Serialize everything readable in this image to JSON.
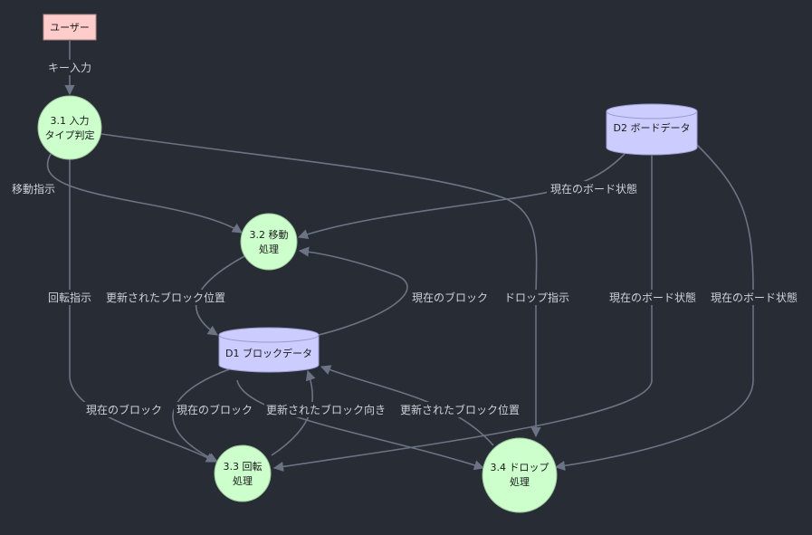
{
  "nodes": {
    "user": {
      "label": "ユーザー"
    },
    "p31": {
      "line1": "3.1 入力",
      "line2": "タイプ判定"
    },
    "p32": {
      "line1": "3.2 移動",
      "line2": "処理"
    },
    "p33": {
      "line1": "3.3 回転",
      "line2": "処理"
    },
    "p34": {
      "line1": "3.4 ドロップ",
      "line2": "処理"
    },
    "d1": {
      "label": "D1 ブロックデータ"
    },
    "d2": {
      "label": "D2 ボードデータ"
    }
  },
  "edges": {
    "key_input": "キー入力",
    "move_instruction": "移動指示",
    "rotate_instruction": "回転指示",
    "drop_instruction": "ドロップ指示",
    "updated_block_position_1": "更新されたブロック位置",
    "current_block_1": "現在のブロック",
    "current_board_state_1": "現在のボード状態",
    "current_board_state_2": "現在のボード状態",
    "current_board_state_3": "現在のボード状態",
    "current_block_2": "現在のブロック",
    "current_block_3": "現在のブロック",
    "updated_block_direction": "更新されたブロック向き",
    "updated_block_position_2": "更新されたブロック位置"
  },
  "colors": {
    "background": "#282c34",
    "process_fill": "#ccffcc",
    "store_fill": "#ccccff",
    "external_fill": "#ffcccc",
    "edge": "#6c7384"
  }
}
